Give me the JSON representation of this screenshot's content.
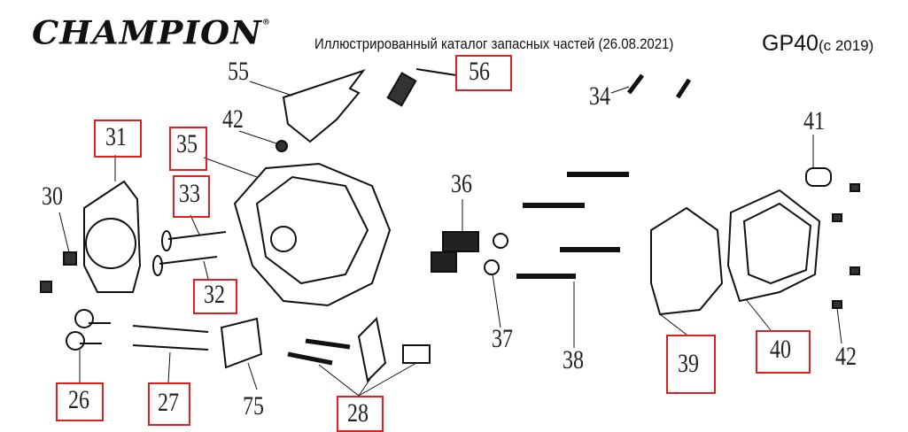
{
  "header": {
    "brand": "CHAMPION",
    "catalog_title": "Иллюстрированный каталог запасных частей (26.08.2021)",
    "model": "GP40",
    "model_year": "(с 2019)"
  },
  "callouts": {
    "p55": "55",
    "p56": "56",
    "p34": "34",
    "p42a": "42",
    "p31": "31",
    "p35": "35",
    "p41": "41",
    "p30": "30",
    "p33": "33",
    "p36": "36",
    "p32": "32",
    "p37": "37",
    "p38": "38",
    "p39": "39",
    "p40": "40",
    "p42b": "42",
    "p26": "26",
    "p27": "27",
    "p75": "75",
    "p28": "28"
  },
  "highlight_color": "#e02020"
}
